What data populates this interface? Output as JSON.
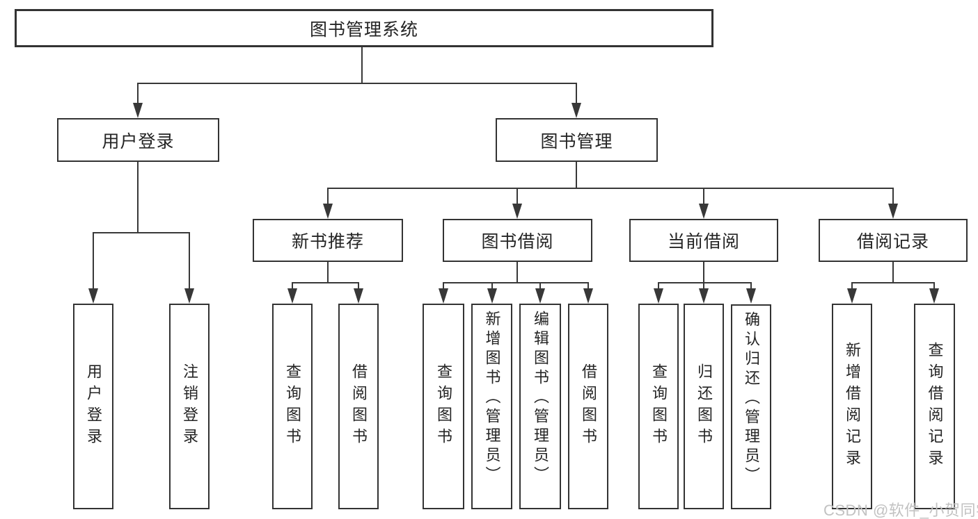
{
  "tree": {
    "label": "图书管理系统",
    "children": [
      {
        "label": "用户登录",
        "children": [
          {
            "label": "用户登录"
          },
          {
            "label": "注销登录"
          }
        ]
      },
      {
        "label": "图书管理",
        "children": [
          {
            "label": "新书推荐",
            "children": [
              {
                "label": "查询图书"
              },
              {
                "label": "借阅图书"
              }
            ]
          },
          {
            "label": "图书借阅",
            "children": [
              {
                "label": "查询图书"
              },
              {
                "label": "新增图书（管理员）"
              },
              {
                "label": "编辑图书（管理员）"
              },
              {
                "label": "借阅图书"
              }
            ]
          },
          {
            "label": "当前借阅",
            "children": [
              {
                "label": "查询图书"
              },
              {
                "label": "归还图书"
              },
              {
                "label": "确认归还（管理员）"
              }
            ]
          },
          {
            "label": "借阅记录",
            "children": [
              {
                "label": "新增借阅记录"
              },
              {
                "label": "查询借阅记录"
              }
            ]
          }
        ]
      }
    ]
  },
  "watermark": "CSDN @软件_小贺同学",
  "colors": {
    "line": "#383838",
    "border": "#333333",
    "text": "#242424",
    "watermark": "#c2c2c2",
    "background": "#ffffff"
  }
}
